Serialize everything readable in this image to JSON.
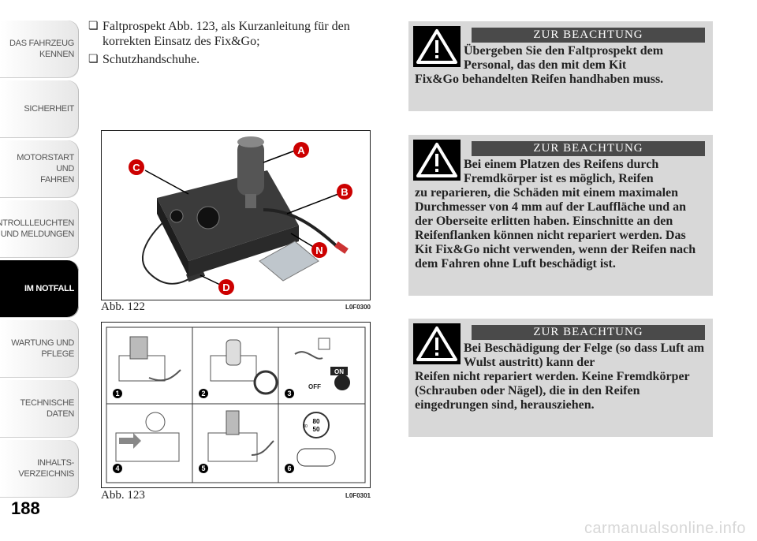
{
  "sidebar": {
    "tabs": [
      {
        "label": "DAS FAHRZEUG\nKENNEN",
        "active": false
      },
      {
        "label": "SICHERHEIT",
        "active": false
      },
      {
        "label": "MOTORSTART UND\nFAHREN",
        "active": false
      },
      {
        "label": "KONTROLLLEUCHTEN\nUND MELDUNGEN",
        "active": false
      },
      {
        "label": "IM NOTFALL",
        "active": true
      },
      {
        "label": "WARTUNG UND\nPFLEGE",
        "active": false
      },
      {
        "label": "TECHNISCHE\nDATEN",
        "active": false
      },
      {
        "label": "INHALTS-\nVERZEICHNIS",
        "active": false
      }
    ]
  },
  "page_number": "188",
  "bullets": [
    "Faltprospekt Abb. 123, als Kurzanleitung für den korrekten Einsatz des Fix&Go;",
    "Schutzhandschuhe."
  ],
  "figures": {
    "fig122": {
      "caption": "Abb. 122",
      "code": "L0F0300",
      "labels": {
        "a": "A",
        "b": "B",
        "c": "C",
        "d": "D",
        "n": "N"
      }
    },
    "fig123": {
      "caption": "Abb. 123",
      "code": "L0F0301",
      "steps": [
        "1",
        "2",
        "3",
        "4",
        "5",
        "6"
      ],
      "texts": {
        "on": "ON",
        "off": "OFF",
        "g1": "80",
        "g2": "50",
        "g3": "30"
      }
    }
  },
  "warnings": [
    {
      "title": "ZUR BEACHTUNG",
      "first": "Übergeben Sie den Faltprospekt dem Personal, das den mit dem Kit",
      "rest": "Fix&Go behandelten Reifen handhaben muss."
    },
    {
      "title": "ZUR BEACHTUNG",
      "first": "Bei einem Platzen des Reifens durch Fremdkörper ist es möglich, Reifen",
      "rest": "zu reparieren, die Schäden mit einem maximalen Durchmesser von 4 mm auf der Lauffläche und an der Oberseite erlitten haben. Einschnitte an den Reifenflanken können nicht repariert werden. Das Kit Fix&Go nicht verwenden, wenn der Reifen nach dem Fahren ohne Luft beschädigt ist."
    },
    {
      "title": "ZUR BEACHTUNG",
      "first": "Bei Beschädigung der Felge (so dass Luft am Wulst austritt) kann der",
      "rest": "Reifen nicht repariert werden. Keine Fremdkörper (Schrauben oder Nägel), die in den Reifen eingedrungen sind, herausziehen."
    }
  ],
  "watermark": "carmanualsonline.info"
}
